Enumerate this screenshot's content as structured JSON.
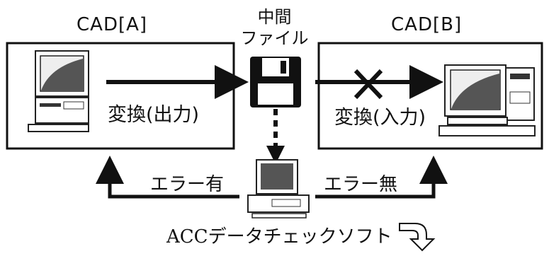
{
  "cad_a": {
    "title": "CAD[A]",
    "convert_label": "変換(出力)"
  },
  "cad_b": {
    "title": "CAD[B]",
    "convert_label": "変換(入力)"
  },
  "intermediate_file": {
    "line1": "中間",
    "line2": "ファイル"
  },
  "feedback": {
    "error_present": "エラー有",
    "error_absent": "エラー無"
  },
  "checker": {
    "label": "ACCデータチェックソフト"
  },
  "icons": [
    "desktop-computer-icon",
    "floppy-disk-icon",
    "cross-mark-icon",
    "curved-arrow-icon"
  ]
}
